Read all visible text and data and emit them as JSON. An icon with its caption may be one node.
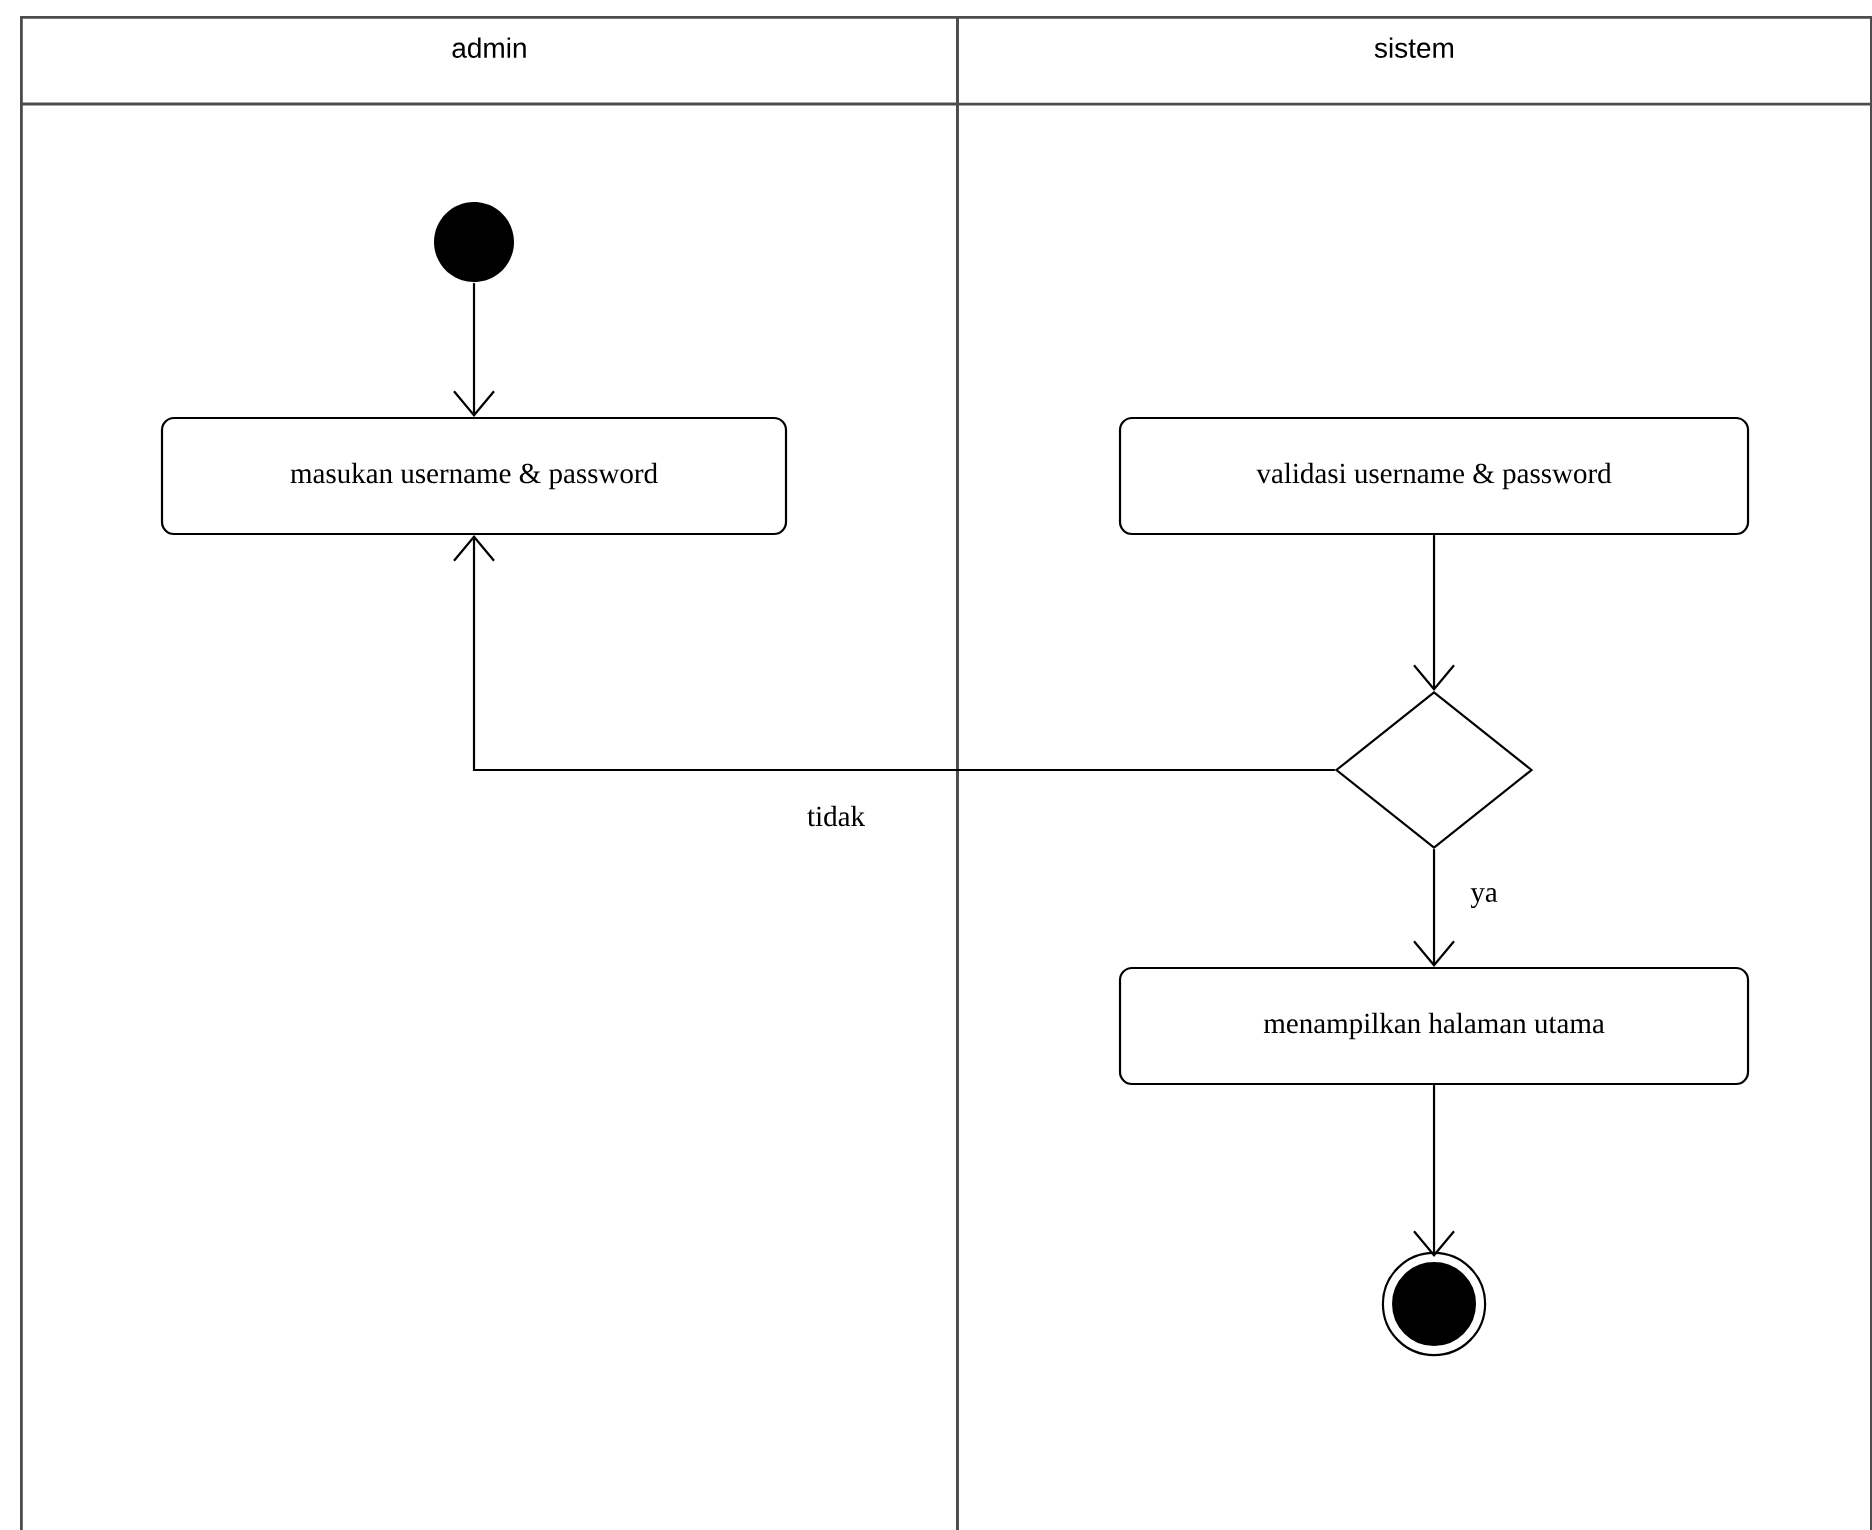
{
  "diagram": {
    "nodes": [
      {
        "text": [
          "admin"
        ]
      },
      {
        "text": [
          "sistem"
        ]
      },
      {
        "text": [],
        "shape": "circle",
        "in": 0
      },
      {
        "text": [
          "masukan username & password"
        ],
        "in": 0
      },
      {
        "text": [
          "validasi username & password"
        ],
        "in": 1
      },
      {
        "text": [],
        "shape": "diamond",
        "in": 1
      },
      {
        "text": [
          "menampilkan halaman utama"
        ],
        "in": 1
      },
      {
        "text": [],
        "shape": "bullseye",
        "in": 1
      }
    ],
    "edges": [
      {
        "from": 2,
        "to": 3,
        "arrow": "to"
      },
      {
        "from": 4,
        "to": 5,
        "arrow": "to"
      },
      {
        "from": 5,
        "to": 3,
        "arrow": "to",
        "label": "tidak"
      },
      {
        "from": 5,
        "to": 6,
        "arrow": "to",
        "label": "ya"
      },
      {
        "from": 6,
        "to": 7,
        "arrow": "to"
      }
    ]
  }
}
